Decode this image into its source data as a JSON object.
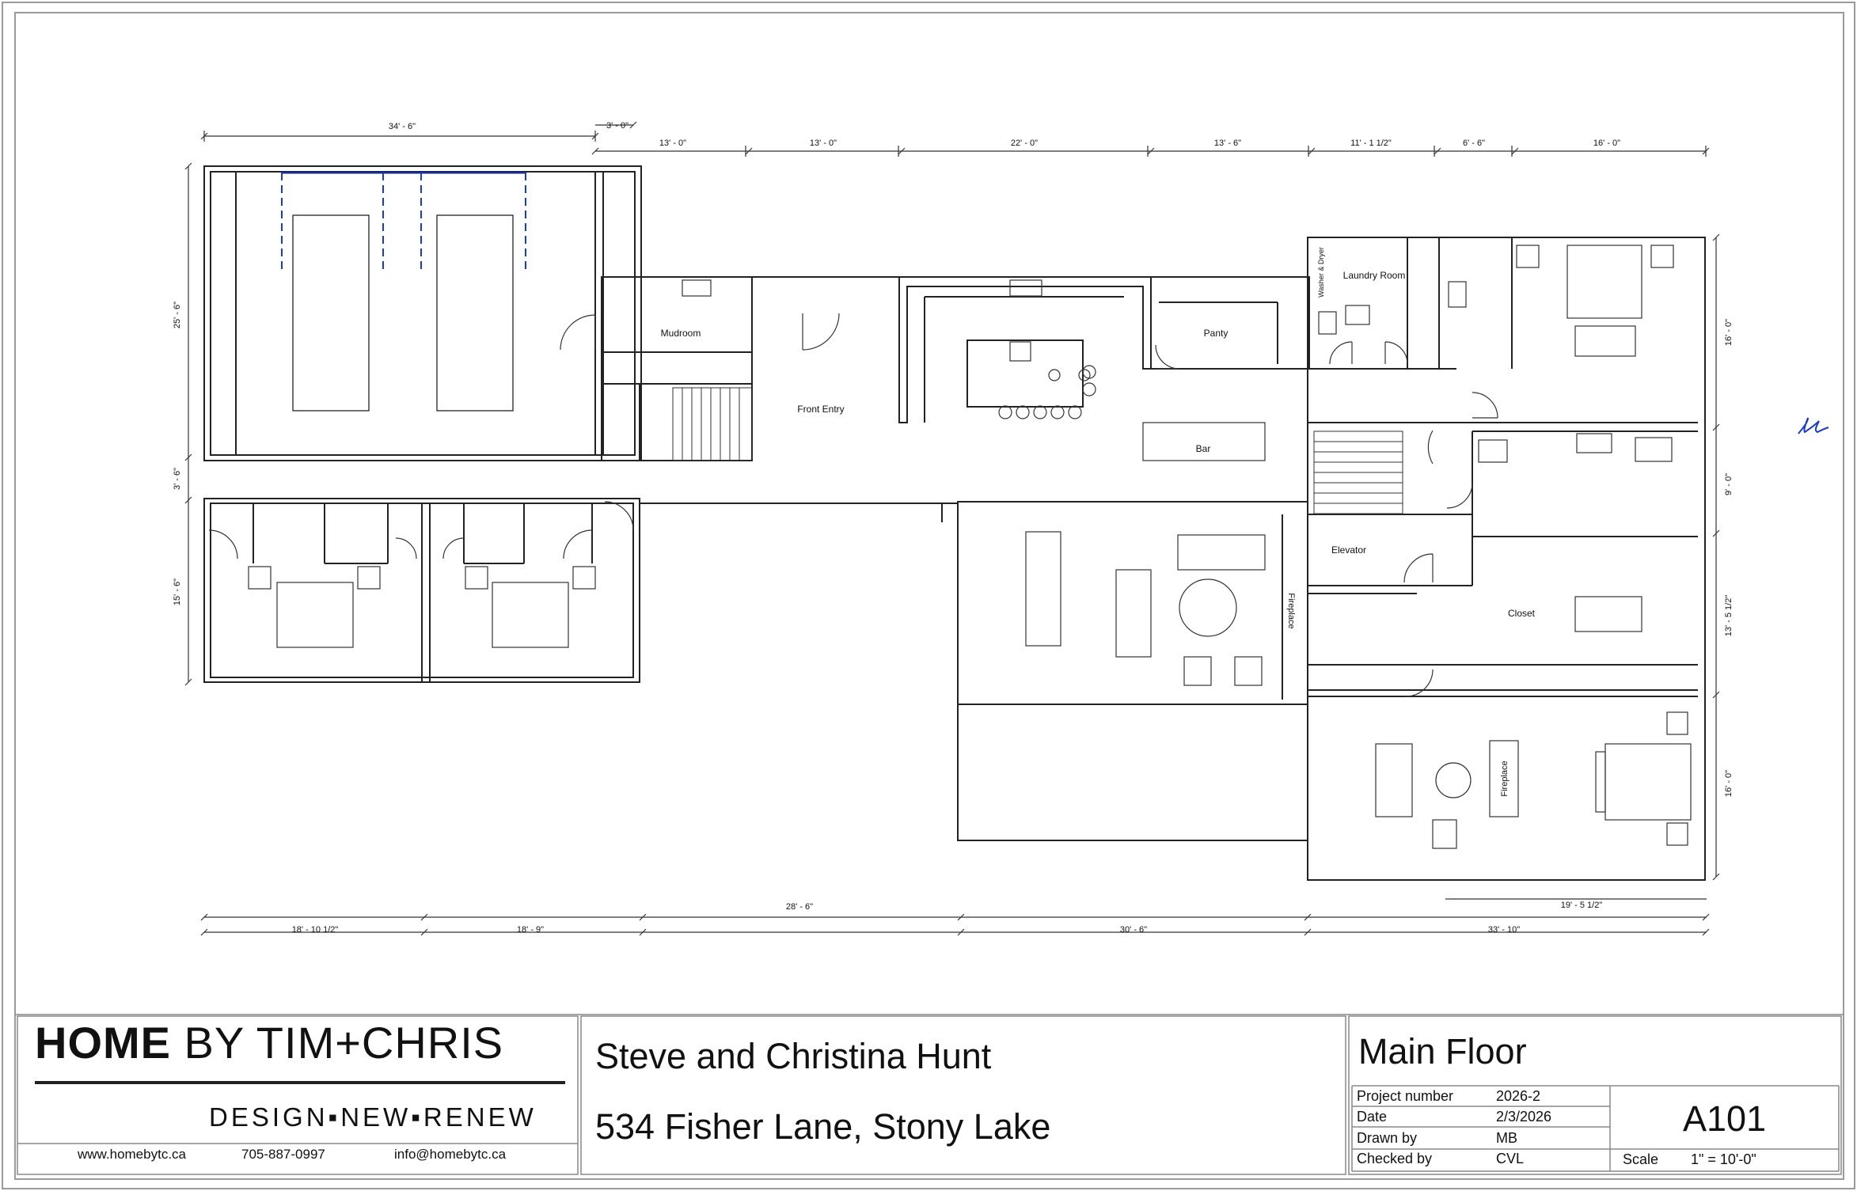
{
  "plan": {
    "dimensions_top": [
      "34' - 6\"",
      "3' - 0\"",
      "13' - 0\"",
      "13' - 0\"",
      "22' - 0\"",
      "13' - 6\"",
      "11' - 1 1/2\"",
      "6' - 6\"",
      "16' - 0\""
    ],
    "dimensions_left": [
      "25' - 6\"",
      "3' - 6\"",
      "15' - 6\""
    ],
    "dimensions_right": [
      "16' - 0\"",
      "9' - 0\"",
      "13' - 5 1/2\"",
      "16' - 0\""
    ],
    "dimensions_bottom": [
      "18' - 10 1/2\"",
      "18' - 9\"",
      "28' - 6\"",
      "30' - 6\"",
      "19' - 5 1/2\"",
      "33' - 10\""
    ],
    "rooms": {
      "mudroom": "Mudroom",
      "front_entry": "Front Entry",
      "panty": "Panty",
      "laundry_room": "Laundry Room",
      "washer_dryer": "Washer & Dryer",
      "bar": "Bar",
      "elevator": "Elevator",
      "fireplace_1": "Fireplace",
      "fireplace_2": "Fireplace",
      "closet": "Closet"
    }
  },
  "title_block": {
    "company_bold": "HOME",
    "company_rest": " BY TIM+CHRIS",
    "tagline": "DESIGN▪NEW▪RENEW",
    "website": "www.homebytc.ca",
    "phone": "705-887-0997",
    "email": "info@homebytc.ca",
    "client": "Steve and Christina Hunt",
    "address": "534 Fisher Lane, Stony Lake",
    "sheet_title": "Main Floor",
    "labels": {
      "project_number": "Project number",
      "date": "Date",
      "drawn_by": "Drawn by",
      "checked_by": "Checked by",
      "scale": "Scale"
    },
    "values": {
      "project_number": "2026-2",
      "date": "2/3/2026",
      "drawn_by": "MB",
      "checked_by": "CVL",
      "scale": "1\" = 10'-0\""
    },
    "sheet_number": "A101"
  }
}
